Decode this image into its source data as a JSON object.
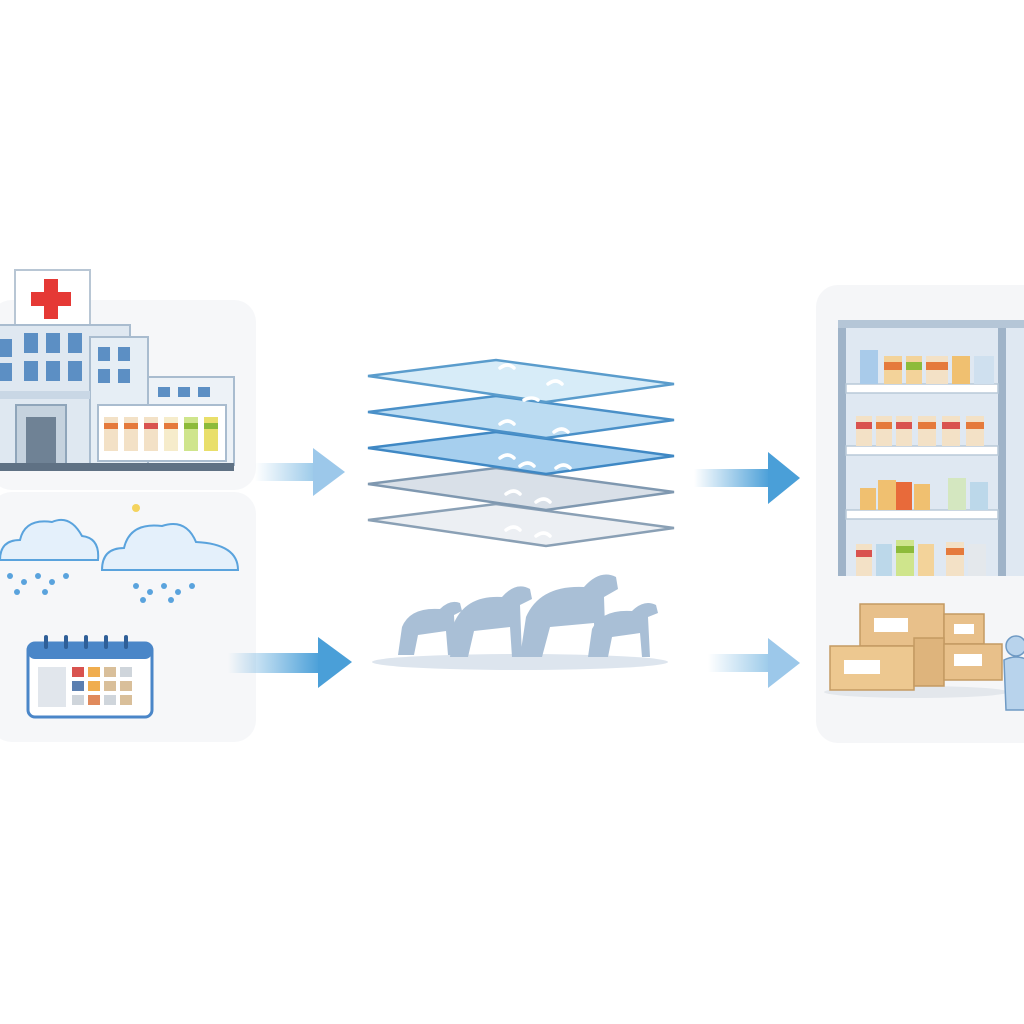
{
  "diagram": {
    "inputs": [
      {
        "id": "hospital",
        "icon": "hospital-pharmacy-icon"
      },
      {
        "id": "weather",
        "icon": "rain-cloud-icon"
      },
      {
        "id": "calendar",
        "icon": "calendar-icon"
      }
    ],
    "model": {
      "icon": "layered-stack-icon",
      "layers": 5,
      "population_icon": "animal-silhouettes-icon"
    },
    "outputs": [
      {
        "id": "shelves",
        "icon": "pharmacy-shelves-icon"
      },
      {
        "id": "inventory",
        "icon": "stock-boxes-icon"
      }
    ],
    "colors": {
      "accent_blue": "#4a9fd8",
      "red_cross": "#e53935",
      "box_tan": "#e8c08a"
    }
  }
}
